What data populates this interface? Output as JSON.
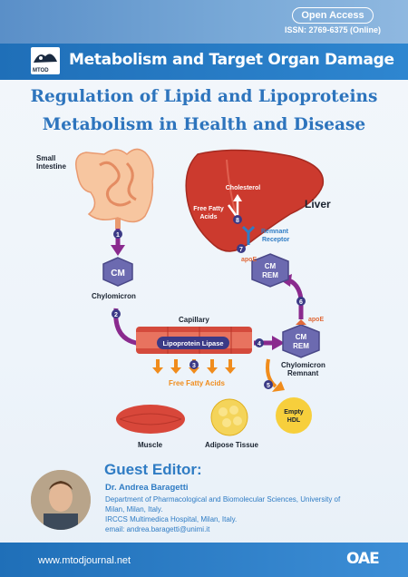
{
  "header": {
    "open_access": "Open Access",
    "issn": "ISSN: 2769-6375 (Online)"
  },
  "journal": {
    "logo_text": "MTOD",
    "title": "Metabolism and Target Organ Damage"
  },
  "cover_title": {
    "line1": "Regulation of Lipid and Lipoproteins",
    "line2": "Metabolism in Health and Disease"
  },
  "diagram": {
    "small_intestine": "Small\nIntestine",
    "cm": "CM",
    "chylomicron": "Chylomicron",
    "capillary": "Capillary",
    "lipoprotein_lipase": "Lipoprotein Lipase",
    "free_fatty_acids_blood": "Free Fatty Acids",
    "muscle": "Muscle",
    "adipose": "Adipose Tissue",
    "empty_hdl_1": "Empty",
    "empty_hdl_2": "HDL",
    "liver": "Liver",
    "cholesterol": "Cholesterol",
    "free_fatty_acids_liver_1": "Free Fatty",
    "free_fatty_acids_liver_2": "Acids",
    "remnant_receptor_1": "Remnant",
    "remnant_receptor_2": "Receptor",
    "apoe": "apoE",
    "cm_rem_1": "CM",
    "cm_rem_2": "REM",
    "chylomicron_remnant_1": "Chylomicron",
    "chylomicron_remnant_2": "Remnant",
    "steps": [
      "1",
      "2",
      "3",
      "4",
      "5",
      "6",
      "7",
      "8"
    ]
  },
  "editor": {
    "heading": "Guest Editor:",
    "name": "Dr. Andrea Baragetti",
    "aff1": "Department of Pharmacological and Biomolecular Sciences, University of",
    "aff2": "Milan, Milan, Italy.",
    "aff3": "IRCCS Multimedica Hospital, Milan, Italy.",
    "email": "email: andrea.baragetti@unimi.it"
  },
  "footer": {
    "url": "www.mtodjournal.net",
    "publisher_logo": "OAE"
  },
  "colors": {
    "brand_blue": "#2e86d0",
    "title_blue": "#2d74bd",
    "arrow_purple": "#8a2a8e",
    "liver_red": "#cc3a2e",
    "orange": "#f08c1c"
  }
}
